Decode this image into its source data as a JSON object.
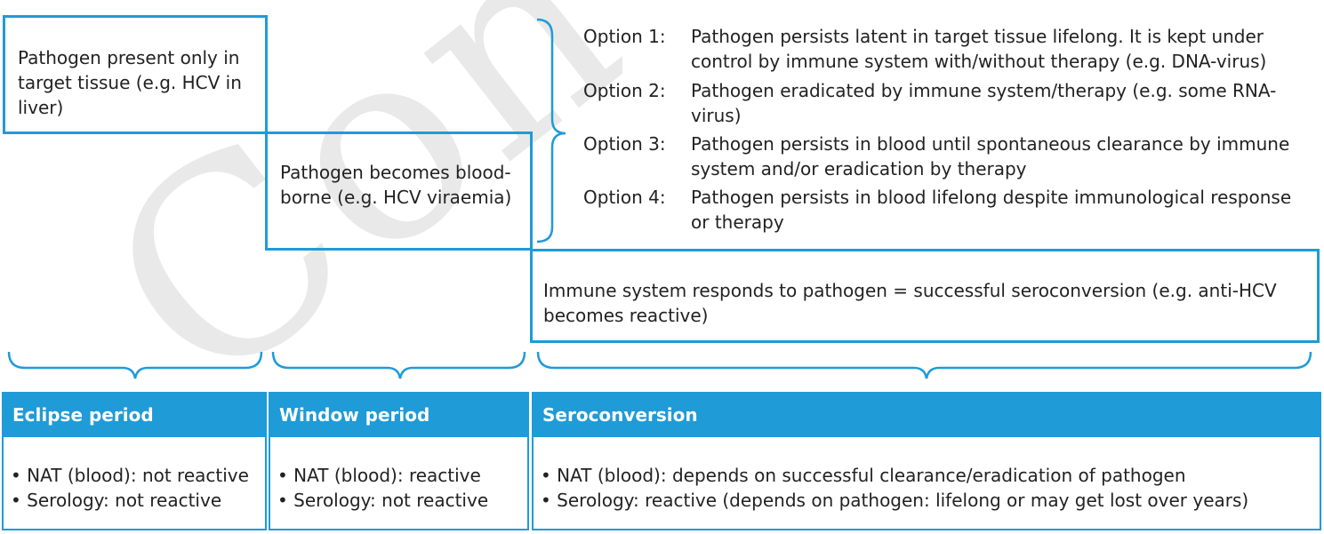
{
  "watermark": "Cont",
  "boxes": {
    "tissue": "Pathogen present only in target tissue (e.g. HCV in liver)",
    "blood": "Pathogen becomes blood-borne (e.g. HCV viraemia)",
    "immune": "Immune system responds to pathogen = successful seroconversion (e.g. anti-HCV becomes reactive)"
  },
  "options": [
    {
      "label": "Option 1:",
      "text": "Pathogen persists latent in target tissue lifelong. It is kept under control by immune system with/without therapy (e.g. DNA-virus)"
    },
    {
      "label": "Option 2:",
      "text": "Pathogen eradicated by immune system/therapy (e.g. some RNA-virus)"
    },
    {
      "label": "Option 3:",
      "text": "Pathogen persists in blood until spontaneous clearance by immune system and/or eradication by therapy"
    },
    {
      "label": "Option 4:",
      "text": "Pathogen persists in blood lifelong despite immunological response or therapy"
    }
  ],
  "panels": {
    "eclipse": {
      "title": "Eclipse period",
      "items": [
        "• NAT (blood): not reactive",
        "• Serology: not reactive"
      ]
    },
    "window": {
      "title": "Window period",
      "items": [
        "• NAT (blood): reactive",
        "• Serology: not reactive"
      ]
    },
    "sero": {
      "title": "Seroconversion",
      "items": [
        "• NAT (blood): depends on successful clearance/eradication of pathogen",
        "• Serology: reactive (depends on pathogen: lifelong or may get lost over years)"
      ]
    }
  },
  "colors": {
    "accent": "#1f9bd7",
    "text": "#222222",
    "watermark": "#e9e9e9"
  }
}
